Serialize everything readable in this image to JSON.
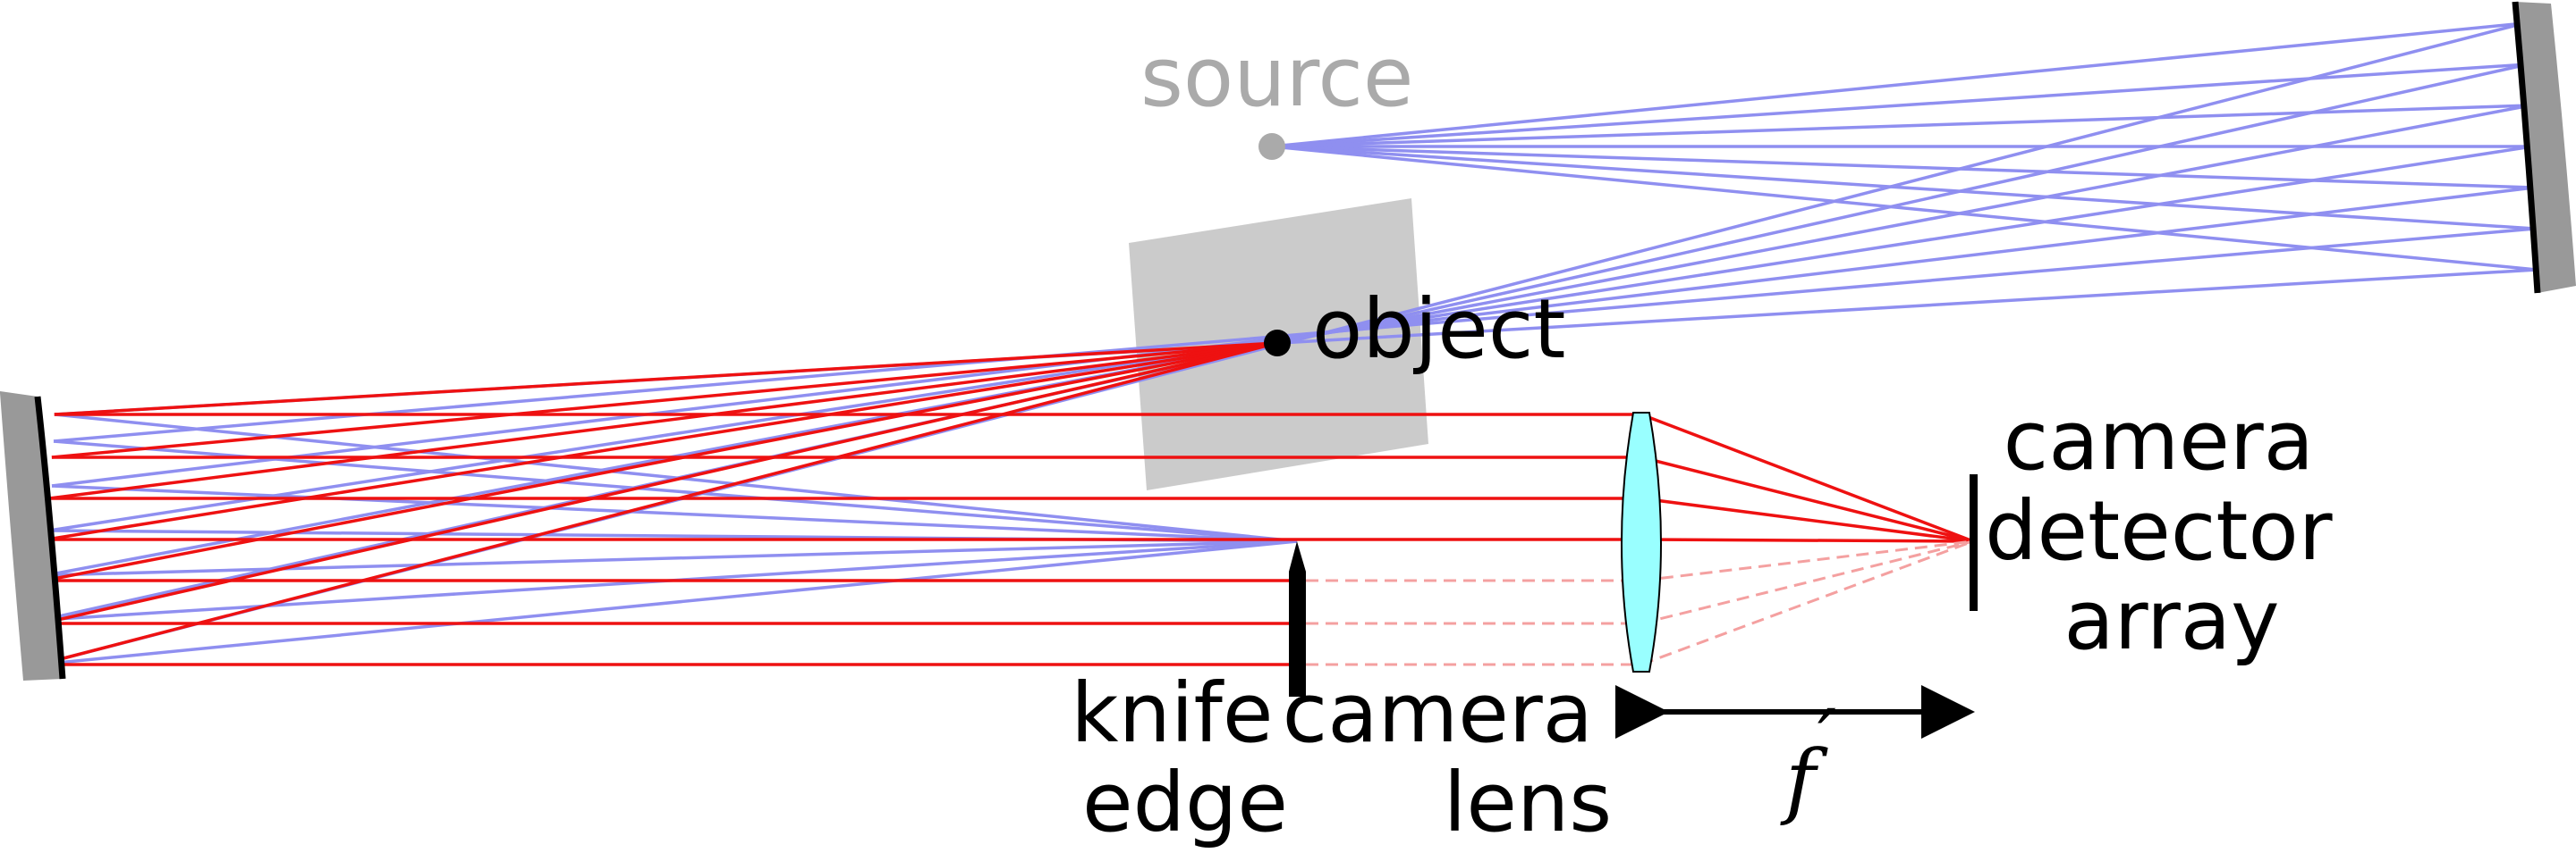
{
  "labels": {
    "source": "source",
    "object": "object",
    "knife_line1": "knife",
    "knife_line2": "edge",
    "lens_line1": "camera",
    "lens_line2": "lens",
    "detector_line1": "camera",
    "detector_line2": "detector",
    "detector_line3": "array",
    "focal": "f",
    "focal_prime": "′"
  },
  "colors": {
    "blue_ray": "#8f8ff0",
    "red_ray": "#ee1111",
    "red_dashed": "#f4a0a0",
    "mirror": "#999999",
    "object_region": "#cbcbcb",
    "lens_fill": "#99ffff",
    "source_label": "#aaaaaa"
  }
}
